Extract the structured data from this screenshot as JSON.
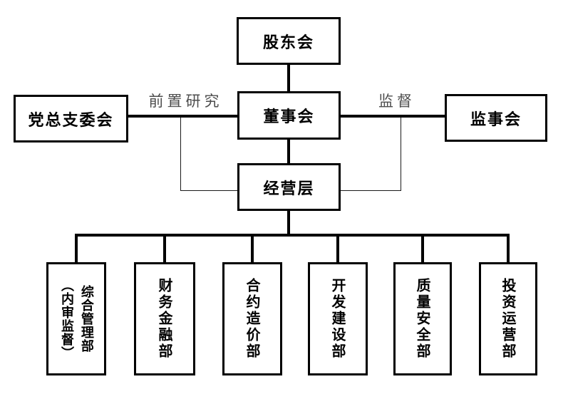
{
  "diagram": {
    "type": "org-chart",
    "colors": {
      "background": "#ffffff",
      "box_border": "#000000",
      "box_text": "#000000",
      "connector": "#000000",
      "edge_label_text": "#4d4d4d"
    },
    "nodes": {
      "shareholders": "股东会",
      "party": "党总支委会",
      "board": "董事会",
      "supervisory": "监事会",
      "management": "经营层"
    },
    "edge_labels": {
      "party_to_board": "前置研究",
      "board_to_supervisory": "监督"
    },
    "departments": [
      {
        "name": "综合管理部",
        "sub": "（内审监督）"
      },
      {
        "name": "财务金融部"
      },
      {
        "name": "合约造价部"
      },
      {
        "name": "开发建设部"
      },
      {
        "name": "质量安全部"
      },
      {
        "name": "投资运营部"
      }
    ]
  }
}
